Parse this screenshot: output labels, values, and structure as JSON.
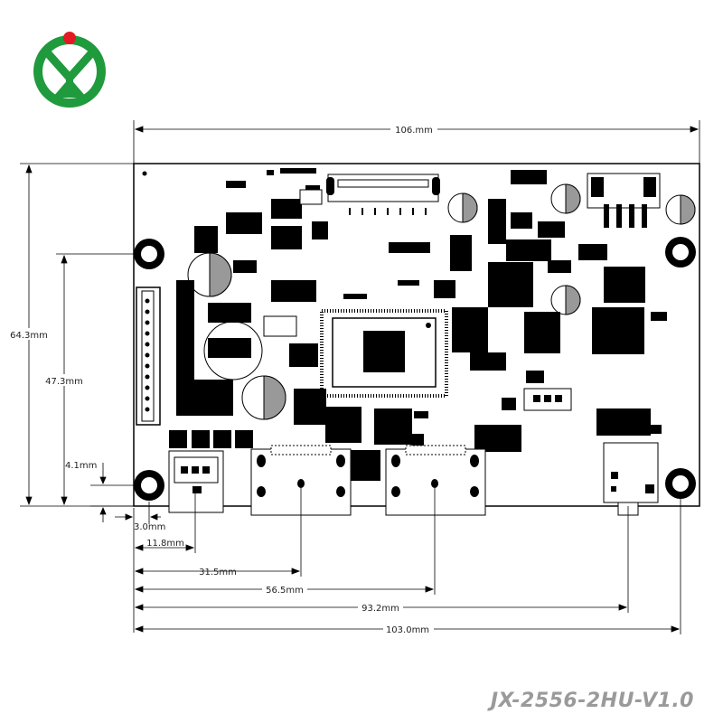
{
  "logo": {
    "name": "company-logo-icon",
    "green": "#1f9a3c",
    "red": "#e21a23"
  },
  "dimensions": {
    "width_top": "106.mm",
    "height_total": "64.3mm",
    "height_holes": "47.3mm",
    "hole_offset_y": "4.1mm",
    "hole_offset_x": "3.0mm",
    "header_x": "11.8mm",
    "usb1_x": "31.5mm",
    "usb2_x": "56.5mm",
    "jack_x": "93.2mm",
    "width_holes": "103.0mm"
  },
  "model_number": "JX-2556-2HU-V1.0",
  "colors": {
    "line": "#000000",
    "text": "#222222",
    "model": "#9a9a9a"
  }
}
